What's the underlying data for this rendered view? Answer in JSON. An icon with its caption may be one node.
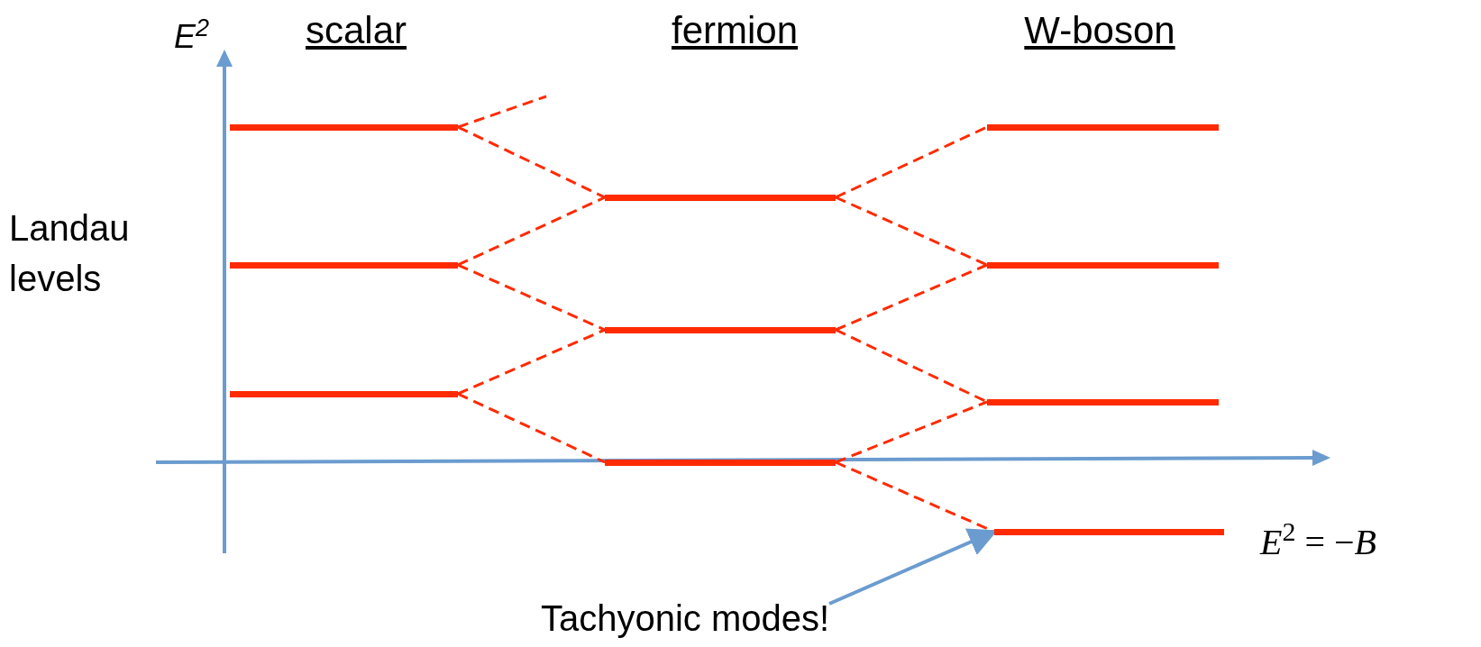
{
  "diagram": {
    "nodes": [
      {
        "text": [],
        "shape": "bar"
      },
      {
        "text": [],
        "shape": "bar"
      },
      {
        "text": [],
        "shape": "bar"
      },
      {
        "text": [],
        "shape": "bar"
      },
      {
        "text": [],
        "shape": "bar"
      },
      {
        "text": [],
        "shape": "bar"
      },
      {
        "text": [],
        "shape": "bar"
      },
      {
        "text": [],
        "shape": "bar"
      },
      {
        "text": [],
        "shape": "bar"
      },
      {
        "text": [],
        "shape": "bar"
      },
      {
        "text": [
          "Tachyonic modes!"
        ]
      }
    ],
    "edges": [
      {
        "from": 0,
        "to": null,
        "arrow": "none",
        "style": "dashed"
      },
      {
        "from": 0,
        "to": 3,
        "arrow": "none",
        "style": "dashed"
      },
      {
        "from": 1,
        "to": 3,
        "arrow": "none",
        "style": "dashed"
      },
      {
        "from": 1,
        "to": 4,
        "arrow": "none",
        "style": "dashed"
      },
      {
        "from": 2,
        "to": 4,
        "arrow": "none",
        "style": "dashed"
      },
      {
        "from": 2,
        "to": 5,
        "arrow": "none",
        "style": "dashed"
      },
      {
        "from": 3,
        "to": 6,
        "arrow": "none",
        "style": "dashed"
      },
      {
        "from": 3,
        "to": 7,
        "arrow": "none",
        "style": "dashed"
      },
      {
        "from": 4,
        "to": 7,
        "arrow": "none",
        "style": "dashed"
      },
      {
        "from": 4,
        "to": 8,
        "arrow": "none",
        "style": "dashed"
      },
      {
        "from": 5,
        "to": 8,
        "arrow": "none",
        "style": "dashed"
      },
      {
        "from": 5,
        "to": 9,
        "arrow": "none",
        "style": "dashed"
      },
      {
        "from": 10,
        "to": 9,
        "arrow": "to",
        "color": "#6b9ccf"
      }
    ],
    "labels": [
      "scalar",
      "fermion",
      "W-boson",
      "*E*$^{2}$",
      "Landau levels",
      "*E*$^{2}$ = −*B*"
    ]
  }
}
